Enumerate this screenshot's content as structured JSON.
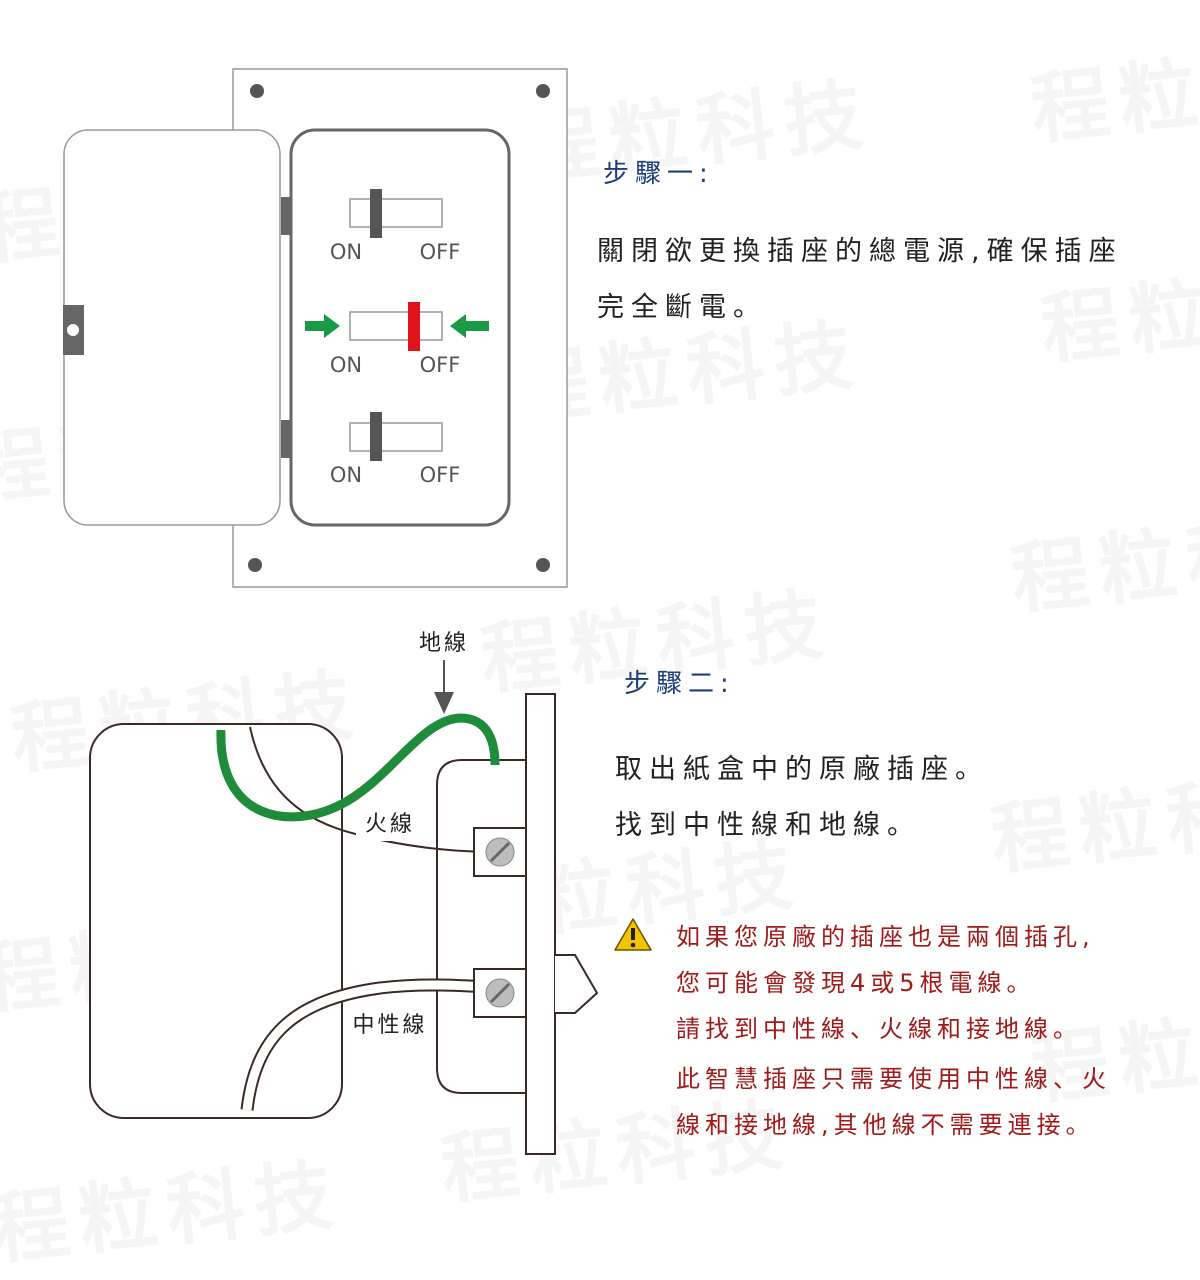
{
  "watermark": "程粒科技",
  "step1": {
    "title": "步驟一:",
    "text_lines": [
      "關閉欲更換插座的總電源,確保插座",
      "完全斷電。"
    ]
  },
  "breaker_labels": {
    "on": "ON",
    "off": "OFF"
  },
  "step2": {
    "title": "步驟二:",
    "text_lines": [
      "取出紙盒中的原廠插座。",
      "找到中性線和地線。"
    ]
  },
  "wire_labels": {
    "ground": "地線",
    "hot": "火線",
    "neutral": "中性線"
  },
  "warning": {
    "icon": "warning-triangle-icon",
    "lines": [
      "如果您原廠的插座也是兩個插孔,",
      "您可能會發現4或5根電線。",
      "請找到中性線、火線和接地線。",
      "此智慧插座只需要使用中性線、火",
      "線和接地線,其他線不需要連接。"
    ]
  },
  "colors": {
    "title_blue": "#1d3c7a",
    "warning_red": "#a11a1a",
    "ground_green": "#1e8c3a",
    "arrow_green": "#1a9a45",
    "switch_off_red": "#e0121b",
    "warning_yellow": "#f5c400"
  }
}
